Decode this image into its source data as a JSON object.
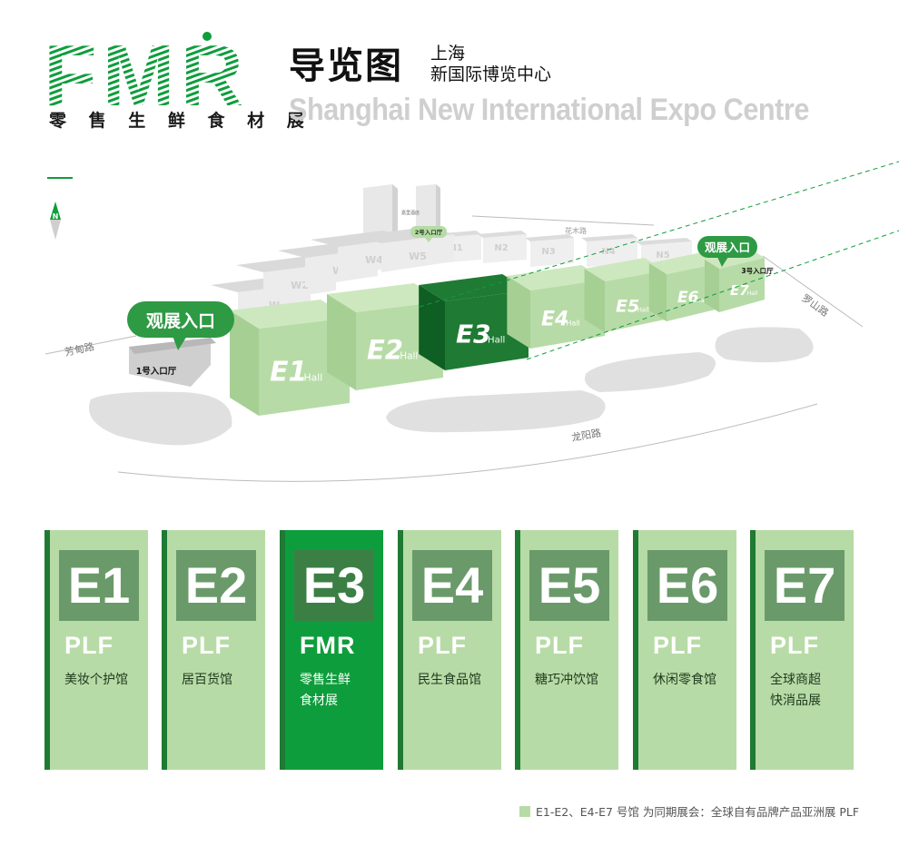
{
  "brand": {
    "logo_letters": "FMR",
    "subtitle": "零 售 生 鲜 食 材 展",
    "color_primary": "#0e9d3c",
    "color_dark": "#1f7a33"
  },
  "header": {
    "title": "导览图",
    "venue_cn_line1": "上海",
    "venue_cn_line2": "新国际博览中心",
    "venue_en": "Shanghai New International Expo Centre"
  },
  "map": {
    "compass_label": "N",
    "entrances": [
      {
        "label": "观展入口",
        "hall_label": "1号入口厅"
      },
      {
        "label": "观展入口",
        "hall_label": "3号入口厅"
      },
      {
        "hall_label": "2号入口厅"
      }
    ],
    "roads": [
      "芳甸路",
      "龙阳路",
      "罗山路",
      "花木路"
    ],
    "hotel_label": "嘉里酒店",
    "halls_east": [
      {
        "code": "E1",
        "suffix": "Hall",
        "highlight": false
      },
      {
        "code": "E2",
        "suffix": "Hall",
        "highlight": false
      },
      {
        "code": "E3",
        "suffix": "Hall",
        "highlight": true
      },
      {
        "code": "E4",
        "suffix": "Hall",
        "highlight": false
      },
      {
        "code": "E5",
        "suffix": "Hall",
        "highlight": false
      },
      {
        "code": "E6",
        "suffix": "Hall",
        "highlight": false
      },
      {
        "code": "E7",
        "suffix": "Hall",
        "highlight": false
      }
    ],
    "halls_west": [
      "W",
      "W2",
      "W3",
      "W4",
      "W5"
    ],
    "halls_north": [
      "N1",
      "N2",
      "N3",
      "N4",
      "N5"
    ]
  },
  "cards": [
    {
      "code": "E1",
      "tag": "PLF",
      "desc_lines": [
        "美妆个护馆"
      ],
      "featured": false
    },
    {
      "code": "E2",
      "tag": "PLF",
      "desc_lines": [
        "居百货馆"
      ],
      "featured": false
    },
    {
      "code": "E3",
      "tag": "FMR",
      "desc_lines": [
        "零售生鲜",
        "食材展"
      ],
      "featured": true
    },
    {
      "code": "E4",
      "tag": "PLF",
      "desc_lines": [
        "民生食品馆"
      ],
      "featured": false
    },
    {
      "code": "E5",
      "tag": "PLF",
      "desc_lines": [
        "糖巧冲饮馆"
      ],
      "featured": false
    },
    {
      "code": "E6",
      "tag": "PLF",
      "desc_lines": [
        "休闲零食馆"
      ],
      "featured": false
    },
    {
      "code": "E7",
      "tag": "PLF",
      "desc_lines": [
        "全球商超",
        "快消品展"
      ],
      "featured": false
    }
  ],
  "legend": {
    "text": "E1-E2、E4-E7 号馆 为同期展会：全球自有品牌产品亚洲展 PLF",
    "swatch_color": "#b7dba6"
  }
}
